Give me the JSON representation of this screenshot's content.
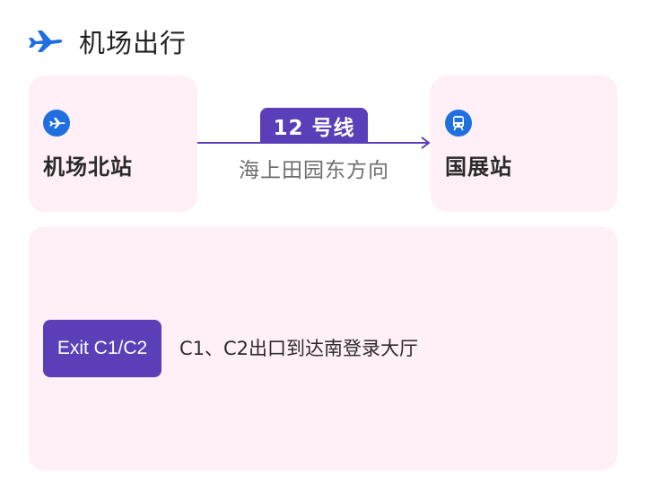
{
  "header": {
    "title": "机场出行",
    "icon": "airplane-icon"
  },
  "route": {
    "from": {
      "name": "机场北站",
      "icon": "airplane-icon"
    },
    "to": {
      "name": "国展站",
      "icon": "train-icon"
    },
    "line_label": "12 号线",
    "direction": "海上田园东方向"
  },
  "exit": {
    "button_label": "Exit C1/C2",
    "description": "C1、C2出口到达南登录大厅"
  },
  "colors": {
    "accent": "#5a3fb8",
    "icon_blue": "#1f6fe0",
    "card_bg": "#fff0f8"
  }
}
